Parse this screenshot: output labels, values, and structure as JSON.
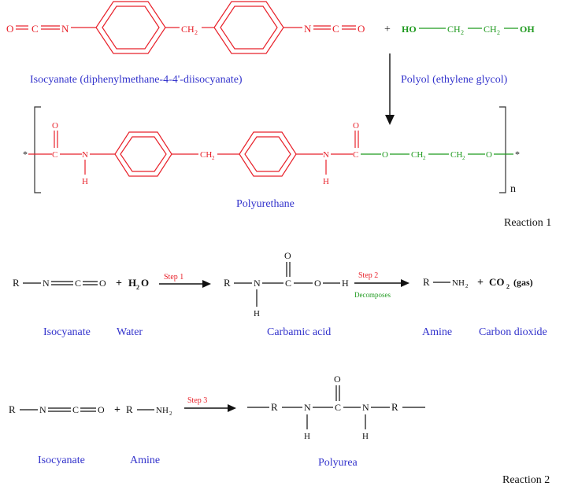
{
  "colors": {
    "isocyanate": "#e8212a",
    "polyol": "#1f9a1f",
    "label": "#3333cc",
    "text": "#111111"
  },
  "reaction1": {
    "atoms": {
      "O": "O",
      "C": "C",
      "N": "N",
      "H": "H",
      "CH2": "CH",
      "CH2_sub": "2",
      "HO": "HO",
      "OH": "OH",
      "plus": "+",
      "star": "*",
      "n": "n"
    },
    "labels": {
      "isocyanate": "Isocyanate (diphenylmethane-4-4'-diisocyanate)",
      "polyol": "Polyol (ethylene glycol)",
      "product": "Polyurethane"
    },
    "caption": "Reaction 1"
  },
  "reaction2": {
    "atoms": {
      "R": "R",
      "N": "N",
      "C": "C",
      "O": "O",
      "H": "H",
      "plus": "+",
      "H2O_H": "H",
      "H2O_sub": "2",
      "H2O_O": "O",
      "NH": "NH",
      "NH_sub": "2",
      "CO": "CO",
      "CO_sub": "2",
      "gas": "(gas)"
    },
    "steps": {
      "step1": "Step 1",
      "step2": "Step 2",
      "decomposes": "Decomposes",
      "step3": "Step 3"
    },
    "labels": {
      "isocyanate": "Isocyanate",
      "water": "Water",
      "carbamic_acid": "Carbamic acid",
      "amine": "Amine",
      "co2": "Carbon dioxide",
      "isocyanate2": "Isocyanate",
      "amine2": "Amine",
      "polyurea": "Polyurea"
    },
    "caption": "Reaction 2"
  }
}
